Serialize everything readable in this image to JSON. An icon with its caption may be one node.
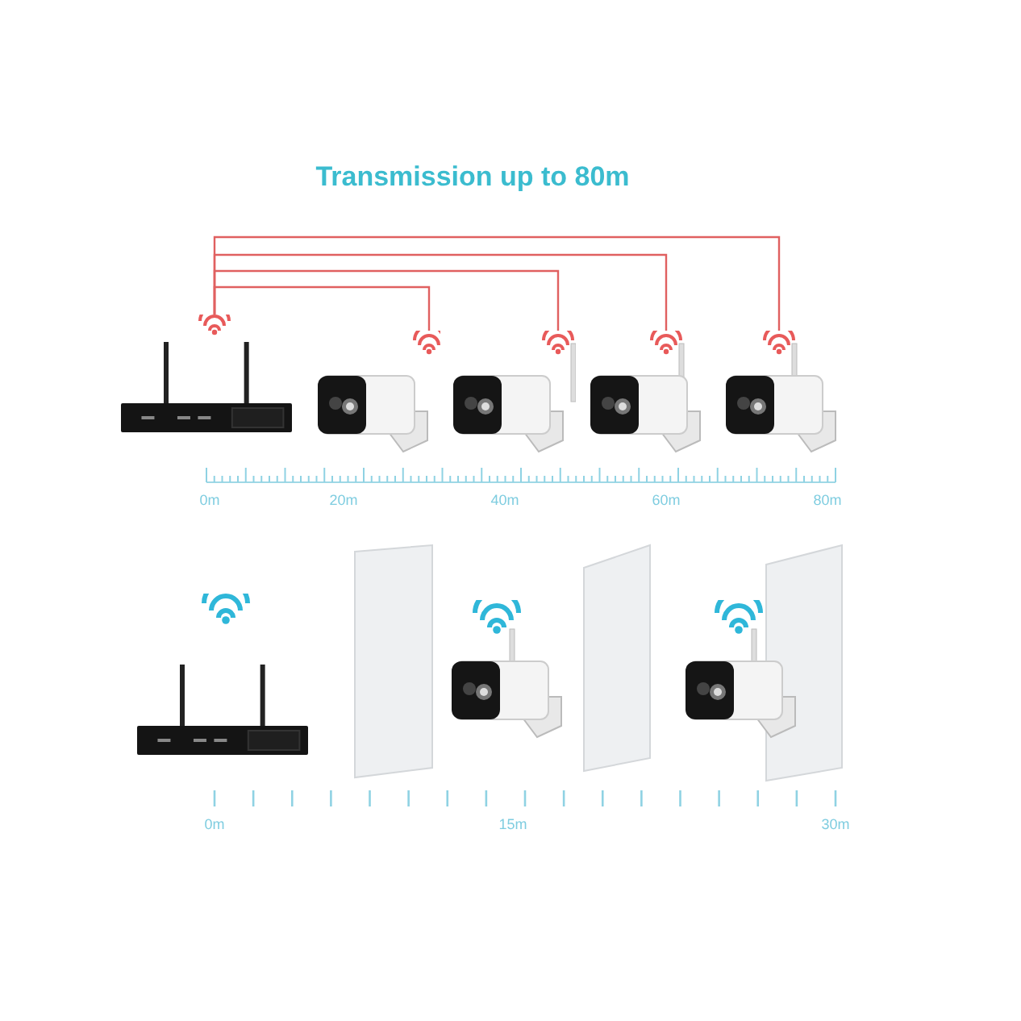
{
  "diagram": {
    "title": "Transmission up to 80m",
    "nodes": [
      {
        "text": [],
        "shape": "picture"
      },
      {
        "text": [],
        "shape": "picture"
      },
      {
        "text": [],
        "shape": "picture"
      },
      {
        "text": [],
        "shape": "picture"
      },
      {
        "text": [],
        "shape": "picture"
      },
      {
        "text": [],
        "shape": "picture"
      },
      {
        "text": [],
        "shape": "picture"
      },
      {
        "text": [],
        "shape": "picture"
      }
    ],
    "edges": [
      {
        "from": 0,
        "to": 1,
        "arrow": "none",
        "color": "#e06060"
      },
      {
        "from": 0,
        "to": 2,
        "arrow": "none",
        "color": "#e06060"
      },
      {
        "from": 0,
        "to": 3,
        "arrow": "none",
        "color": "#e06060"
      },
      {
        "from": 0,
        "to": 4,
        "arrow": "none",
        "color": "#e06060"
      }
    ],
    "labels": [
      "0m",
      "20m",
      "40m",
      "60m",
      "80m",
      "0m",
      "15m",
      "30m"
    ]
  }
}
